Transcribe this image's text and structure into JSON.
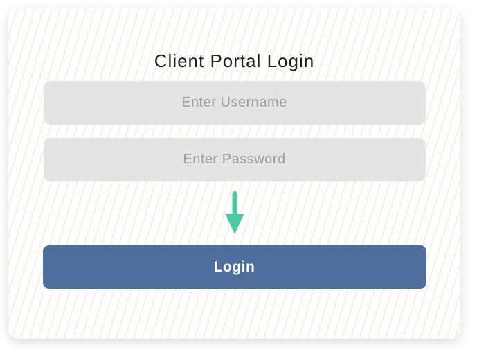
{
  "page": {
    "title": "Client Portal Login"
  },
  "form": {
    "username": {
      "placeholder": "Enter Username",
      "value": ""
    },
    "password": {
      "placeholder": "Enter Password",
      "value": ""
    },
    "login_button_label": "Login"
  },
  "icons": {
    "arrow_down": "arrow-down-icon"
  },
  "colors": {
    "title_text": "#1e1e1e",
    "stripe_pink": "#f9e1df",
    "card_bg": "#ffffff",
    "input_bg": "#e4e4e4",
    "placeholder_text": "#9b9b9b",
    "button_bg": "#4e6e9e",
    "button_text": "#ffffff",
    "arrow_green": "#4cc8a2"
  }
}
